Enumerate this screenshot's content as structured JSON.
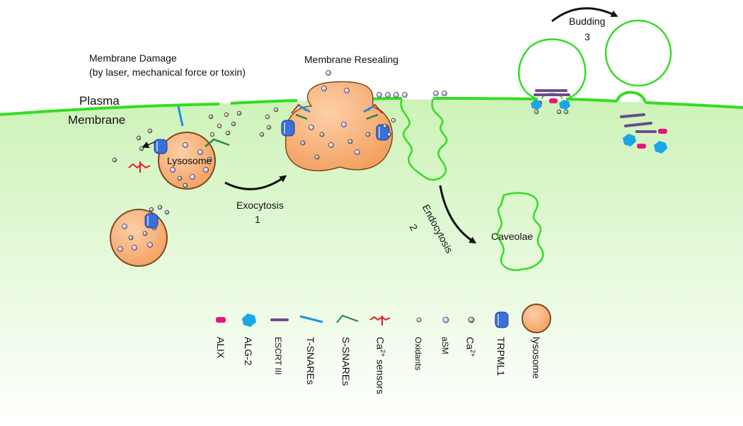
{
  "labels": {
    "membrane_damage": "Membrane Damage",
    "membrane_damage_cause": "(by laser, mechanical force or toxin)",
    "membrane_resealing": "Membrane Resealing",
    "plasma": "Plasma",
    "membrane": "Membrane",
    "lysosome": "Lysosome",
    "exocytosis": "Exocytosis",
    "exocytosis_num": "1",
    "endocytosis": "Endocytosis",
    "endocytosis_num": "2",
    "caveolae": "Caveolae",
    "budding": "Budding",
    "budding_num": "3"
  },
  "legend": {
    "alix": "ALIX",
    "alg2": "ALG-2",
    "escrt3": "ESCRT III",
    "tsnares": "T-SNAREs",
    "ssnares": "S-SNAREs",
    "ca_sensors_prefix": "Ca",
    "ca_sensors_sup": "2+",
    "ca_sensors_suffix": " sensors",
    "oxidants": "Oxidants",
    "asm": "aSM",
    "ca_prefix": "Ca",
    "ca_sup": "2+",
    "trpml1": "TRPML1",
    "lysosome": "lysosome"
  },
  "colors": {
    "membrane": "#33dd22",
    "cytoplasm_top": "#cdf3b8",
    "cytoplasm_bottom": "#ffffff",
    "lysosome_fill": "#f9b27a",
    "lysosome_stroke": "#7a4a22",
    "alix": "#e8157a",
    "alg2": "#1aa7e8",
    "escrt3": "#6b4a8c",
    "tsnare": "#1e90e0",
    "ssnare": "#1f8a3a",
    "ca_sensor": "#e01e1e",
    "oxidant": "#f2a0a0",
    "asm": "#c8a6f0",
    "calcium": "#b0b0b0",
    "trpml1": "#3a70d8",
    "arrow": "#111111"
  }
}
